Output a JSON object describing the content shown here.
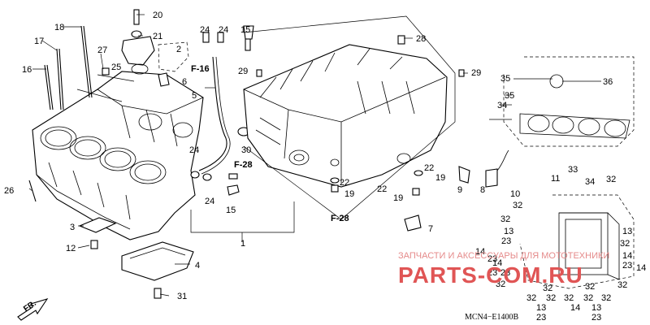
{
  "diagram": {
    "code": "MCN4−E1400B",
    "front_label": "FR.",
    "callouts": [
      {
        "id": "c20",
        "text": "20"
      },
      {
        "id": "c18",
        "text": "18"
      },
      {
        "id": "c21",
        "text": "21"
      },
      {
        "id": "c17",
        "text": "17"
      },
      {
        "id": "c2",
        "text": "2"
      },
      {
        "id": "c27",
        "text": "27"
      },
      {
        "id": "c16",
        "text": "16"
      },
      {
        "id": "c25",
        "text": "25"
      },
      {
        "id": "c6",
        "text": "6"
      },
      {
        "id": "c24a",
        "text": "24"
      },
      {
        "id": "c24b",
        "text": "24"
      },
      {
        "id": "c15a",
        "text": "15"
      },
      {
        "id": "c28",
        "text": "28"
      },
      {
        "id": "c29a",
        "text": "29"
      },
      {
        "id": "c29b",
        "text": "29"
      },
      {
        "id": "c5",
        "text": "5"
      },
      {
        "id": "c30",
        "text": "30"
      },
      {
        "id": "c24c",
        "text": "24"
      },
      {
        "id": "c24d",
        "text": "24"
      },
      {
        "id": "c15b",
        "text": "15"
      },
      {
        "id": "c26",
        "text": "26"
      },
      {
        "id": "c22a",
        "text": "22"
      },
      {
        "id": "c19a",
        "text": "19"
      },
      {
        "id": "c22b",
        "text": "22"
      },
      {
        "id": "c19b",
        "text": "19"
      },
      {
        "id": "c22c",
        "text": "22"
      },
      {
        "id": "c19c",
        "text": "19"
      },
      {
        "id": "c9",
        "text": "9"
      },
      {
        "id": "c8",
        "text": "8"
      },
      {
        "id": "c7",
        "text": "7"
      },
      {
        "id": "c3",
        "text": "3"
      },
      {
        "id": "c1",
        "text": "1"
      },
      {
        "id": "c12",
        "text": "12"
      },
      {
        "id": "c4",
        "text": "4"
      },
      {
        "id": "c31",
        "text": "31"
      },
      {
        "id": "c35a",
        "text": "35"
      },
      {
        "id": "c36a",
        "text": "36"
      },
      {
        "id": "c35b",
        "text": "35"
      },
      {
        "id": "c34a",
        "text": "34"
      },
      {
        "id": "c11",
        "text": "11"
      },
      {
        "id": "c33",
        "text": "33"
      },
      {
        "id": "c34b",
        "text": "34"
      },
      {
        "id": "c32a",
        "text": "32"
      },
      {
        "id": "c10",
        "text": "10"
      },
      {
        "id": "c32b",
        "text": "32"
      },
      {
        "id": "c32c",
        "text": "32"
      },
      {
        "id": "c13a",
        "text": "13"
      },
      {
        "id": "c23a",
        "text": "23"
      },
      {
        "id": "c13b",
        "text": "13"
      },
      {
        "id": "c32d",
        "text": "32"
      },
      {
        "id": "c14a",
        "text": "14"
      },
      {
        "id": "c23b",
        "text": "23"
      },
      {
        "id": "c14b",
        "text": "14"
      },
      {
        "id": "c23c",
        "text": "23"
      },
      {
        "id": "c23d",
        "text": "23"
      },
      {
        "id": "c32e",
        "text": "32"
      },
      {
        "id": "c14c",
        "text": "14"
      },
      {
        "id": "c14d",
        "text": "14"
      },
      {
        "id": "c23e",
        "text": "23"
      },
      {
        "id": "c32f",
        "text": "32"
      },
      {
        "id": "c32g",
        "text": "32"
      },
      {
        "id": "c32h",
        "text": "32"
      },
      {
        "id": "c32i",
        "text": "32"
      },
      {
        "id": "c32j",
        "text": "32"
      },
      {
        "id": "c32k",
        "text": "32"
      },
      {
        "id": "c32l",
        "text": "32"
      },
      {
        "id": "c32m",
        "text": "32"
      },
      {
        "id": "c13c",
        "text": "13"
      },
      {
        "id": "c14e",
        "text": "14"
      },
      {
        "id": "c23f",
        "text": "23"
      },
      {
        "id": "c13d",
        "text": "13"
      },
      {
        "id": "c23g",
        "text": "23"
      }
    ],
    "refs": [
      {
        "id": "f16",
        "text": "F-16"
      },
      {
        "id": "f28a",
        "text": "F-28"
      },
      {
        "id": "f28b",
        "text": "F-28"
      }
    ],
    "watermark": {
      "line1": "ЗАПЧАСТИ И АКСЕССУАРЫ ДЛЯ МОТОТЕХНИКИ",
      "line2": "PARTS-COM.RU"
    }
  }
}
